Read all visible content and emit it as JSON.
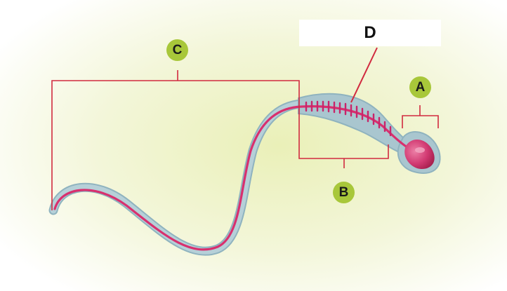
{
  "labels": {
    "a": "A",
    "b": "B",
    "c": "C",
    "d": "D"
  },
  "colors": {
    "background_glow": "#eef3c4",
    "sheath_fill": "#a9c6cf",
    "sheath_edge": "#8fb3bf",
    "core": "#d8306e",
    "head": "#d23a72",
    "bracket": "#d12a3f",
    "badge": "#a8c73a"
  }
}
